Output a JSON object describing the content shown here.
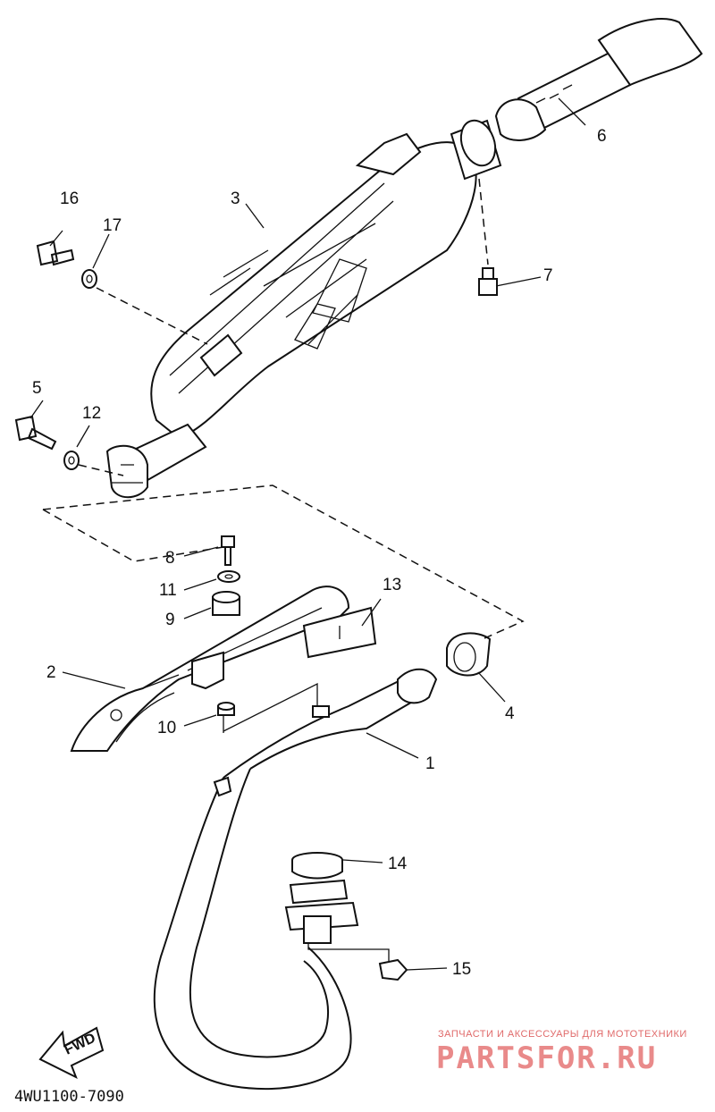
{
  "diagram": {
    "code": "4WU1100-7090",
    "fwd_label": "FWD",
    "callouts": {
      "c1": "1",
      "c2": "2",
      "c3": "3",
      "c4": "4",
      "c5": "5",
      "c6": "6",
      "c7": "7",
      "c8": "8",
      "c9": "9",
      "c10": "10",
      "c11": "11",
      "c12": "12",
      "c13": "13",
      "c14": "14",
      "c15": "15",
      "c16": "16",
      "c17": "17"
    }
  },
  "watermark": {
    "tagline": "ЗАПЧАСТИ И АКСЕССУАРЫ ДЛЯ МОТОТЕХНИКИ",
    "brand": "PARTSFOR.RU"
  },
  "colors": {
    "line": "#111111",
    "watermark": "#e98a8a"
  }
}
